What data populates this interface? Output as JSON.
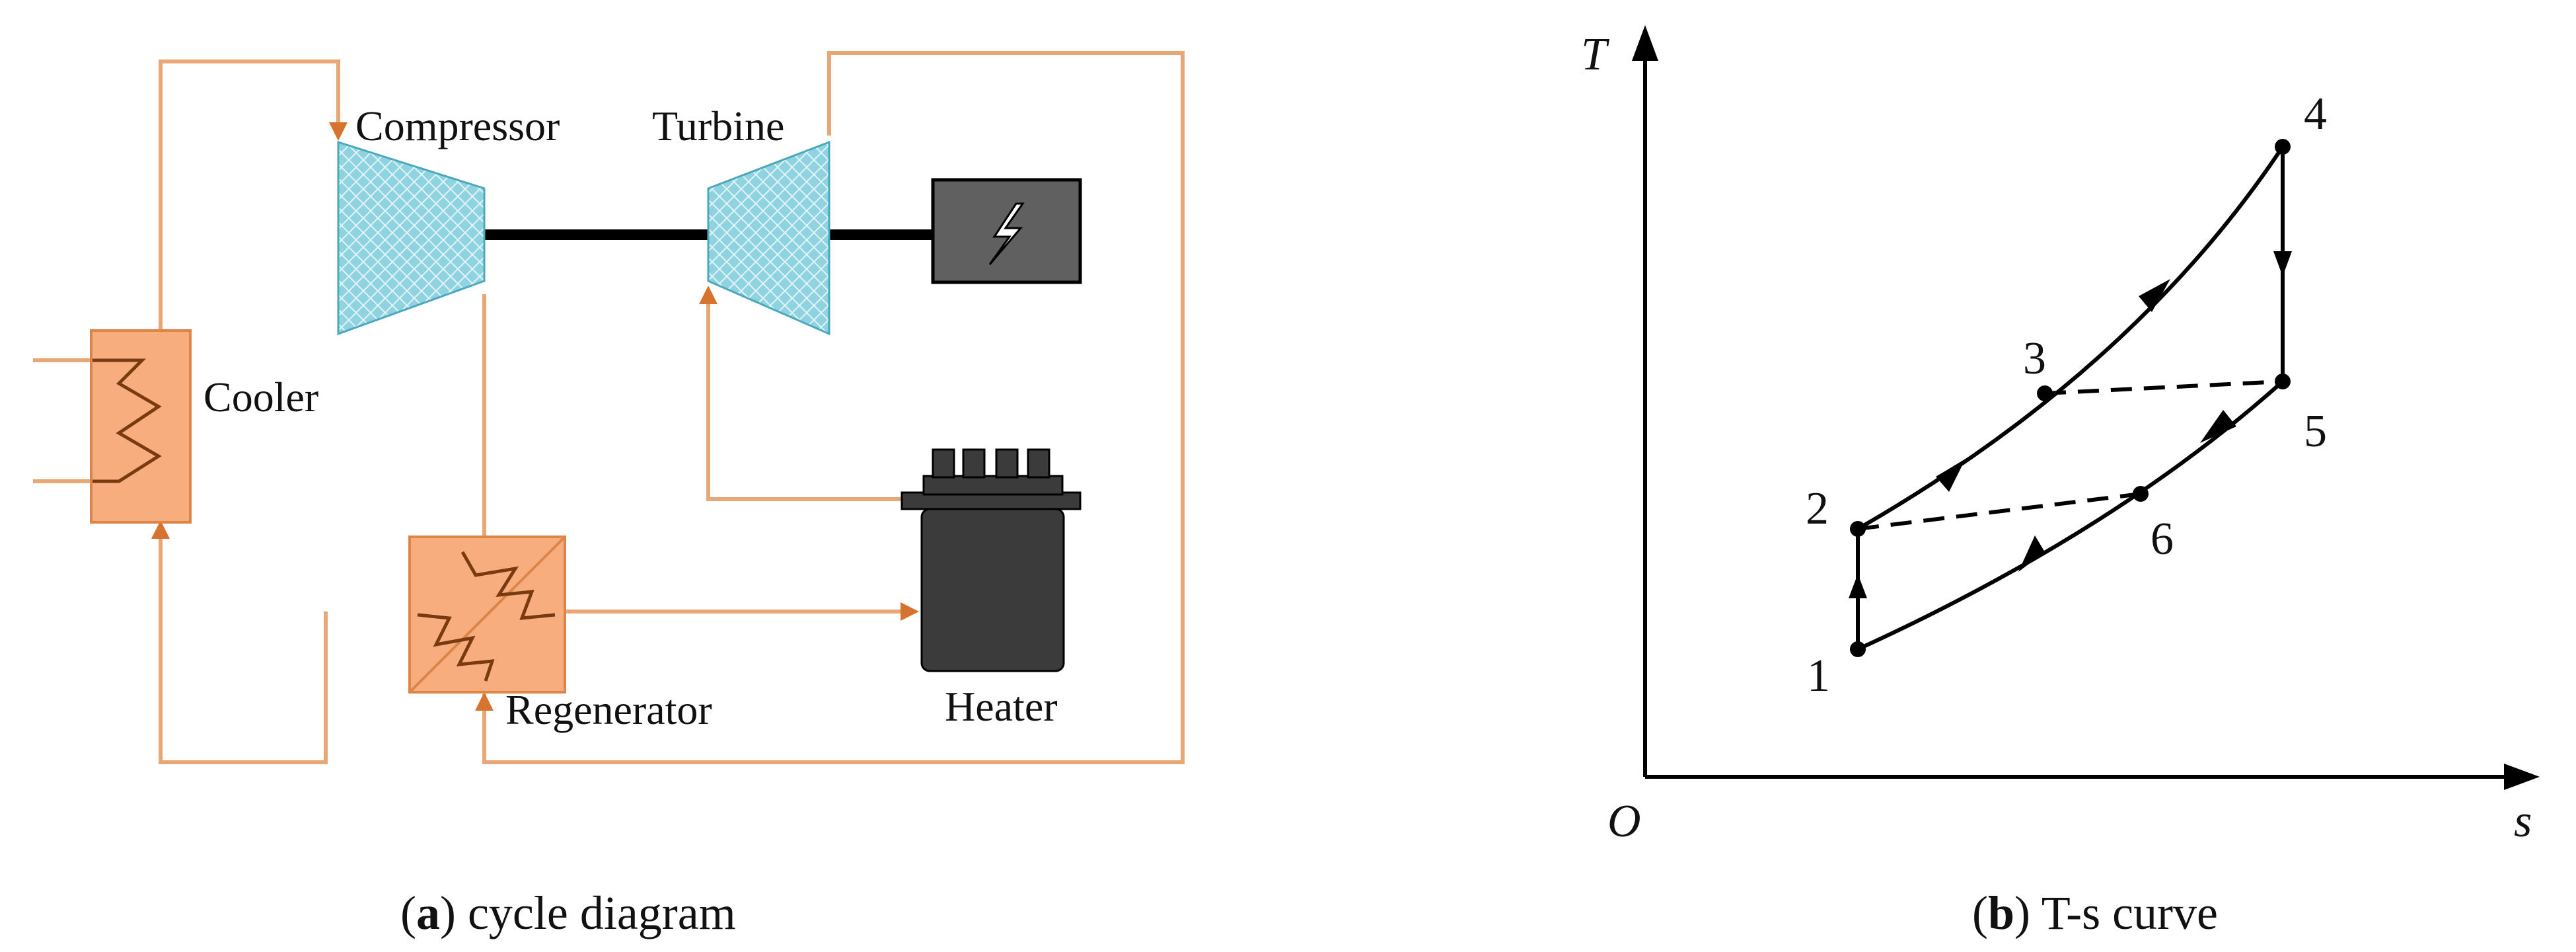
{
  "colors": {
    "pipe": "#e8a777",
    "pipe_dark": "#d5732f",
    "exchanger_fill": "#f7ad7d",
    "exchanger_edge": "#dd8448",
    "turbomachine_fill": "#8fd3e0",
    "generator_fill": "#606060",
    "heater_fill": "#3b3b3b",
    "line": "#000000"
  },
  "cycle_diagram": {
    "labels": {
      "compressor": "Compressor",
      "turbine": "Turbine",
      "cooler": "Cooler",
      "regenerator": "Regenerator",
      "heater": "Heater"
    },
    "icons": [
      "compressor-icon",
      "turbine-icon",
      "generator-lightning-icon",
      "heater-icon",
      "cooler-icon",
      "regenerator-icon"
    ],
    "caption_letter": "a",
    "caption_text": " cycle diagram",
    "caption_open": "(",
    "caption_close": ")"
  },
  "ts_curve": {
    "axis_y": "T",
    "axis_x": "s",
    "origin": "O",
    "points": [
      {
        "label": "1"
      },
      {
        "label": "2"
      },
      {
        "label": "3"
      },
      {
        "label": "4"
      },
      {
        "label": "5"
      },
      {
        "label": "6"
      }
    ],
    "caption_letter": "b",
    "caption_text": " T-s curve",
    "caption_open": "(",
    "caption_close": ")"
  }
}
